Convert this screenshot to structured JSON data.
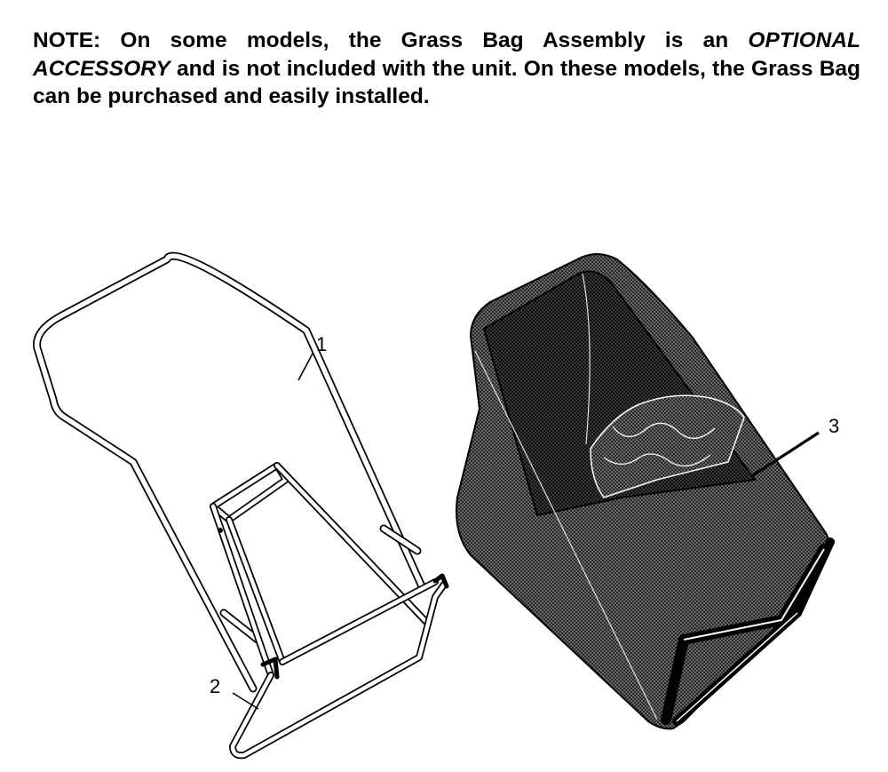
{
  "note": {
    "lead": "NOTE: On some models, the Grass Bag Assembly is an ",
    "emphasis": "OPTIONAL ACCESSORY",
    "tail": " and is not included with the unit. On these models, the Grass Bag can be purchased and easily installed."
  },
  "callouts": {
    "frame": "1",
    "hinge_frame": "2",
    "grass_bag": "3"
  },
  "colors": {
    "ink": "#000000",
    "paper": "#ffffff",
    "bag_fabric": "#4a4a4a",
    "bag_interior": "#1e1e1e"
  }
}
